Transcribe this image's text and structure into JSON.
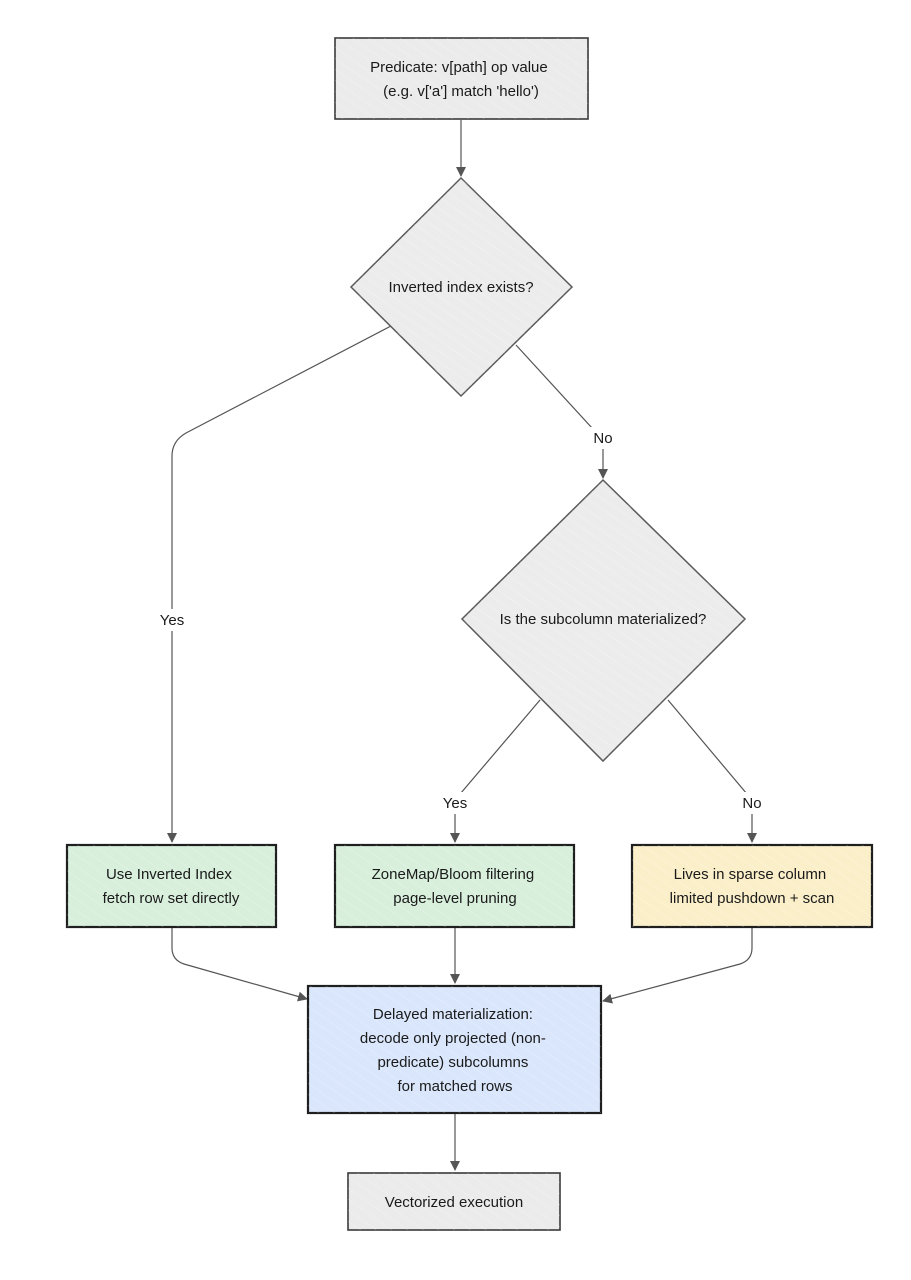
{
  "nodes": {
    "predicate": {
      "lines": [
        "Predicate: v[path] op value",
        "(e.g. v['a'] match 'hello')"
      ],
      "fill": "#ebebeb"
    },
    "inverted_index_check": {
      "lines": [
        "Inverted index exists?"
      ],
      "fill": "#ececec"
    },
    "subcolumn_check": {
      "lines": [
        "Is the subcolumn materialized?"
      ],
      "fill": "#ececec"
    },
    "use_inverted_index": {
      "lines": [
        "Use Inverted Index",
        "fetch row set directly"
      ],
      "fill": "#d8efdc"
    },
    "zonemap_bloom": {
      "lines": [
        "ZoneMap/Bloom filtering",
        "page-level pruning"
      ],
      "fill": "#d8efdc"
    },
    "sparse_column": {
      "lines": [
        "Lives in sparse column",
        "limited pushdown + scan"
      ],
      "fill": "#fbefc9"
    },
    "delayed_materialization": {
      "lines": [
        "Delayed materialization:",
        "decode only projected (non-",
        "predicate) subcolumns",
        "for matched rows"
      ],
      "fill": "#d9e6fb"
    },
    "vectorized_execution": {
      "lines": [
        "Vectorized execution"
      ],
      "fill": "#ebebeb"
    }
  },
  "edges": {
    "index_yes": "Yes",
    "index_no": "No",
    "materialized_yes": "Yes",
    "materialized_no": "No"
  },
  "colors": {
    "edge": "#555555",
    "box_border": "#3a3a3a"
  }
}
